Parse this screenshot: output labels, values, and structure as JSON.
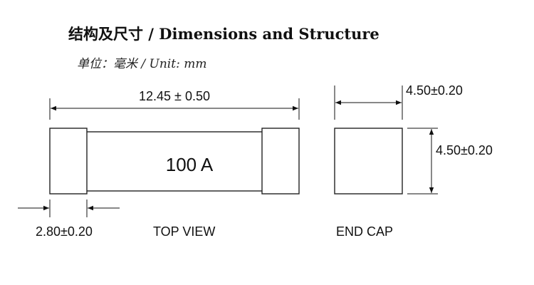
{
  "header": {
    "title": "结构及尺寸 / Dimensions and Structure",
    "subtitle": "单位：毫米 / Unit: mm"
  },
  "diagram": {
    "top_view": {
      "length_dim": "12.45 ± 0.50",
      "body_marking": "100 A",
      "cap_width_dim": "2.80±0.20",
      "view_label": "TOP VIEW"
    },
    "end_cap": {
      "width_dim": "4.50±0.20",
      "height_dim": "4.50±0.20",
      "view_label": "END CAP"
    }
  }
}
